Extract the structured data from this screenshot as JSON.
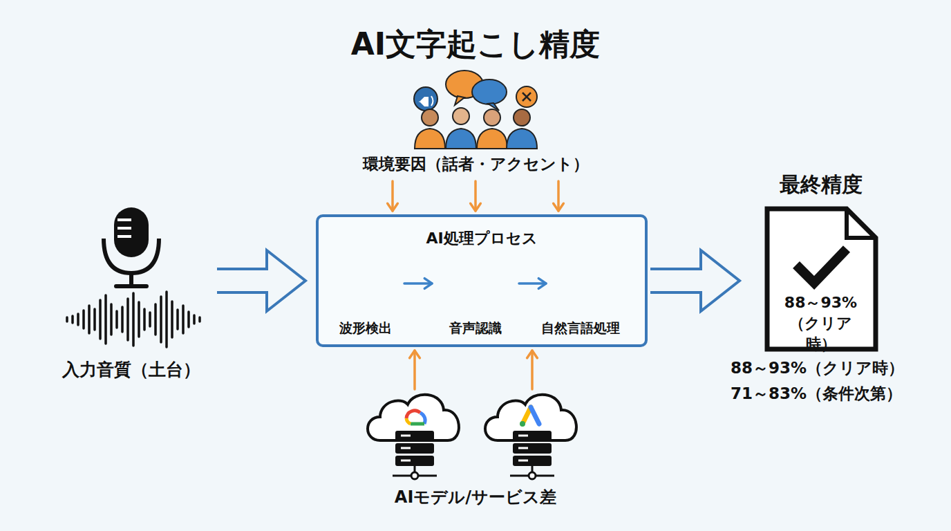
{
  "diagram": {
    "title": "AI文字起こし精度",
    "nodes": [
      {
        "text": [
          "環境要因（話者・アクセント）"
        ]
      },
      {
        "text": [
          "入力音質（土台）"
        ]
      },
      {
        "text": [
          "AI処理プロセス"
        ]
      },
      {
        "text": [
          "波形検出"
        ],
        "in": 2
      },
      {
        "text": [
          "音声認識"
        ],
        "in": 2
      },
      {
        "text": [
          "自然言語処理"
        ],
        "in": 2
      },
      {
        "text": [
          "最終精度",
          "88～93% （クリア時）"
        ]
      },
      {
        "text": [
          "AIモデル/サービス差"
        ]
      }
    ],
    "edges": [
      {
        "from": 0,
        "to": 2,
        "arrow": "to"
      },
      {
        "from": 0,
        "to": 2,
        "arrow": "to"
      },
      {
        "from": 0,
        "to": 2,
        "arrow": "to"
      },
      {
        "from": 1,
        "to": 2,
        "arrow": "to"
      },
      {
        "from": 3,
        "to": 4,
        "arrow": "to"
      },
      {
        "from": 4,
        "to": 5,
        "arrow": "to"
      },
      {
        "from": 2,
        "to": 6,
        "arrow": "to"
      },
      {
        "from": 7,
        "to": 2,
        "arrow": "to"
      },
      {
        "from": 7,
        "to": 2,
        "arrow": "to"
      }
    ],
    "labels": [
      "88～93%（クリア時）",
      "71～83%（条件次第）"
    ]
  }
}
